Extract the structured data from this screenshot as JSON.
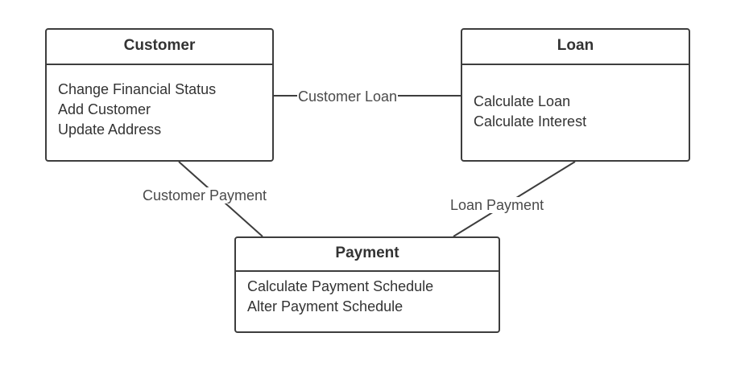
{
  "classes": {
    "customer": {
      "name": "Customer",
      "methods": [
        "Change Financial Status",
        "Add Customer",
        "Update Address"
      ]
    },
    "loan": {
      "name": "Loan",
      "methods": [
        "Calculate Loan",
        "Calculate Interest"
      ]
    },
    "payment": {
      "name": "Payment",
      "methods": [
        "Calculate Payment Schedule",
        "Alter Payment Schedule"
      ]
    }
  },
  "associations": {
    "customer_loan": "Customer Loan",
    "customer_payment": "Customer Payment",
    "loan_payment": "Loan Payment"
  },
  "colors": {
    "stroke": "#3d3d3d",
    "text": "#333333",
    "background": "#ffffff"
  }
}
